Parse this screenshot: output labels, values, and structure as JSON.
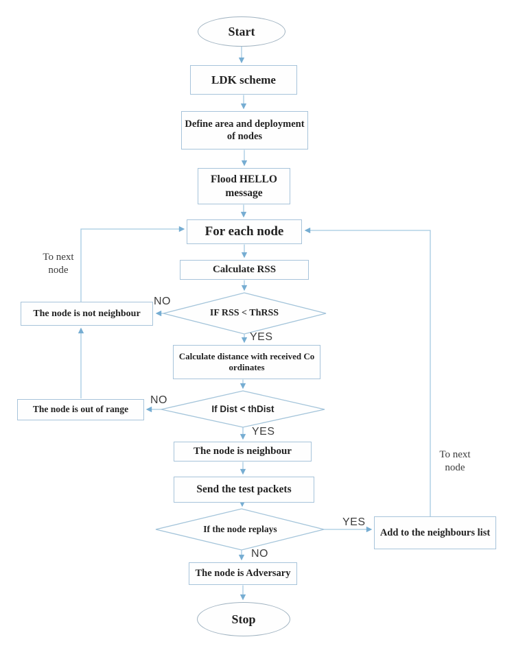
{
  "diagram": {
    "nodes": {
      "start": "Start",
      "ldk_scheme": "LDK scheme",
      "define_area": "Define area and deployment of nodes",
      "flood_hello": "Flood HELLO message",
      "for_each_node": "For each node",
      "calculate_rss": "Calculate RSS",
      "if_rss": "IF RSS < ThRSS",
      "not_neighbour": "The node is not neighbour",
      "calculate_distance": "Calculate distance with received Co ordinates",
      "if_dist": "If Dist < thDist",
      "out_of_range": "The node is out of range",
      "is_neighbour": "The node is neighbour",
      "send_test_packets": "Send the test packets",
      "if_replays": "If the node replays",
      "add_neighbours_list": "Add to the neighbours list",
      "adversary": "The node is Adversary",
      "stop": "Stop"
    },
    "edge_labels": {
      "rss_no": "NO",
      "rss_yes": "YES",
      "dist_no": "NO",
      "dist_yes": "YES",
      "replays_yes": "YES",
      "replays_no": "NO",
      "to_next_node_left": "To next node",
      "to_next_node_right": "To next node"
    },
    "colors": {
      "shape_border": "#a6c3da",
      "ellipse_border": "#9fb2c0",
      "connector": "#a4c9e1",
      "arrowhead": "#76add2",
      "text": "#222222"
    }
  }
}
